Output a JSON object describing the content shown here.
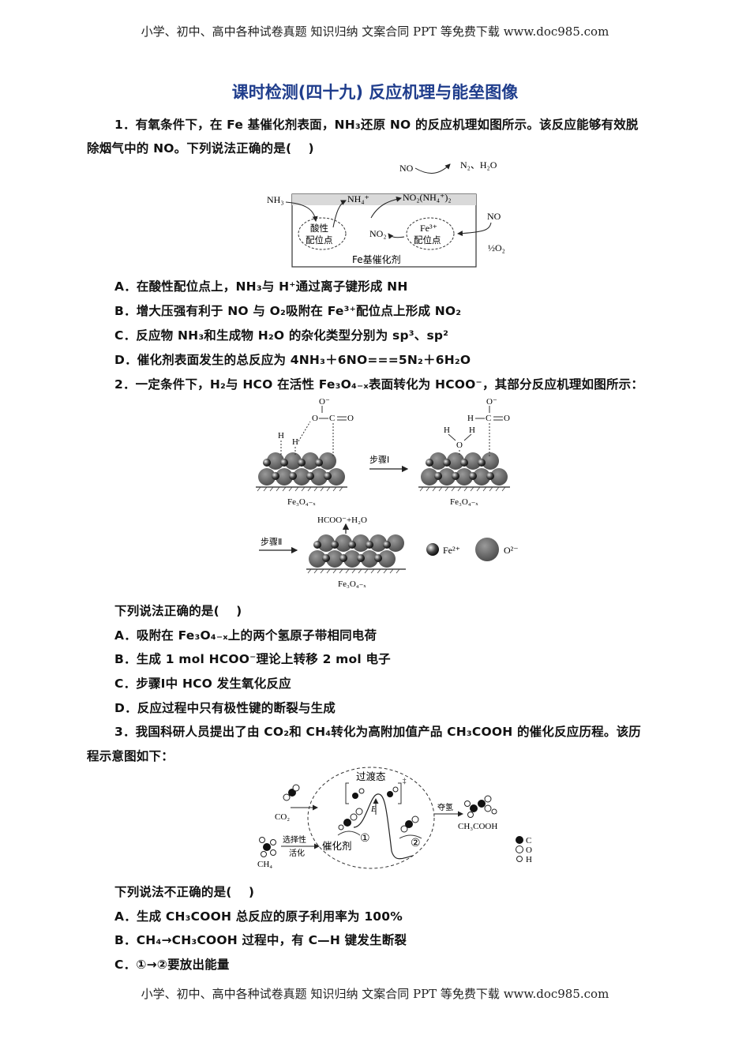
{
  "header": "小学、初中、高中各种试卷真题 知识归纳 文案合同 PPT 等免费下载   www.doc985.com",
  "footer": "小学、初中、高中各种试卷真题 知识归纳 文案合同 PPT 等免费下载   www.doc985.com",
  "title": "课时检测(四十九)    反应机理与能垒图像",
  "q1": {
    "stem_line1": "1．有氧条件下，在 Fe 基催化剂表面，NH₃还原 NO 的反应机理如图所示。该反应能够有效脱",
    "stem_line2": "除烟气中的 NO。下列说法正确的是(　 )",
    "options": [
      "A．在酸性配位点上，NH₃与 H⁺通过离子键形成 NH",
      "B．增大压强有利于 NO 与 O₂吸附在 Fe³⁺配位点上形成 NO₂",
      "C．反应物 NH₃和生成物 H₂O 的杂化类型分别为 sp³、sp²",
      "D．催化剂表面发生的总反应为 4NH₃＋6NO===5N₂＋6H₂O"
    ],
    "figure": {
      "no_top": "NO",
      "n2_h2o": "N₂、H₂O",
      "nh3": "NH₃",
      "nh4": "NH₄⁺",
      "no2_nh4": "NO₂(NH₄⁺)₂",
      "no_right": "NO",
      "acid_site_1": "酸性",
      "acid_site_2": "配位点",
      "no2": "NO₂",
      "fe_site_1": "Fe³⁺",
      "fe_site_2": "配位点",
      "half_o2": "½O₂",
      "catalyst": "Fe基催化剂"
    }
  },
  "q2": {
    "stem": "2．一定条件下，H₂与 HCO 在活性 Fe₃O₄₋ₓ表面转化为 HCOO⁻，其部分反应机理如图所示：",
    "prompt": "下列说法正确的是(　 )",
    "options": [
      "A．吸附在 Fe₃O₄₋ₓ上的两个氢原子带相同电荷",
      "B．生成 1 mol HCOO⁻理论上转移 2 mol 电子",
      "C．步骤Ⅰ中 HCO 发生氧化反应",
      "D．反应过程中只有极性键的断裂与生成"
    ],
    "figure": {
      "surface": "Fe₃O₄₋ₓ",
      "step1": "步骤Ⅰ",
      "step2": "步骤Ⅱ",
      "product": "HCOO⁻+H₂O",
      "legend_fe": "Fe²⁺",
      "legend_o": "O²⁻",
      "o_minus": "O⁻",
      "o": "O",
      "c": "C",
      "h": "H"
    }
  },
  "q3": {
    "stem_line1": "3．我国科研人员提出了由 CO₂和 CH₄转化为高附加值产品 CH₃COOH 的催化反应历程。该历",
    "stem_line2": "程示意图如下：",
    "prompt": "下列说法不正确的是(　 )",
    "options": [
      "A．生成 CH₃COOH 总反应的原子利用率为 100%",
      "B．CH₄→CH₃COOH 过程中，有 C—H 键发生断裂",
      "C．①→②要放出能量"
    ],
    "figure": {
      "transition": "过渡态",
      "co2": "CO₂",
      "ch4": "CH₄",
      "selective_1": "选择性",
      "selective_2": "活化",
      "catalyst": "催化剂",
      "e": "E",
      "step_1": "①",
      "step_2": "②",
      "take_h": "夺氢",
      "product": "CH₃COOH",
      "legend_c": "C",
      "legend_o": "O",
      "legend_h": "H"
    }
  }
}
